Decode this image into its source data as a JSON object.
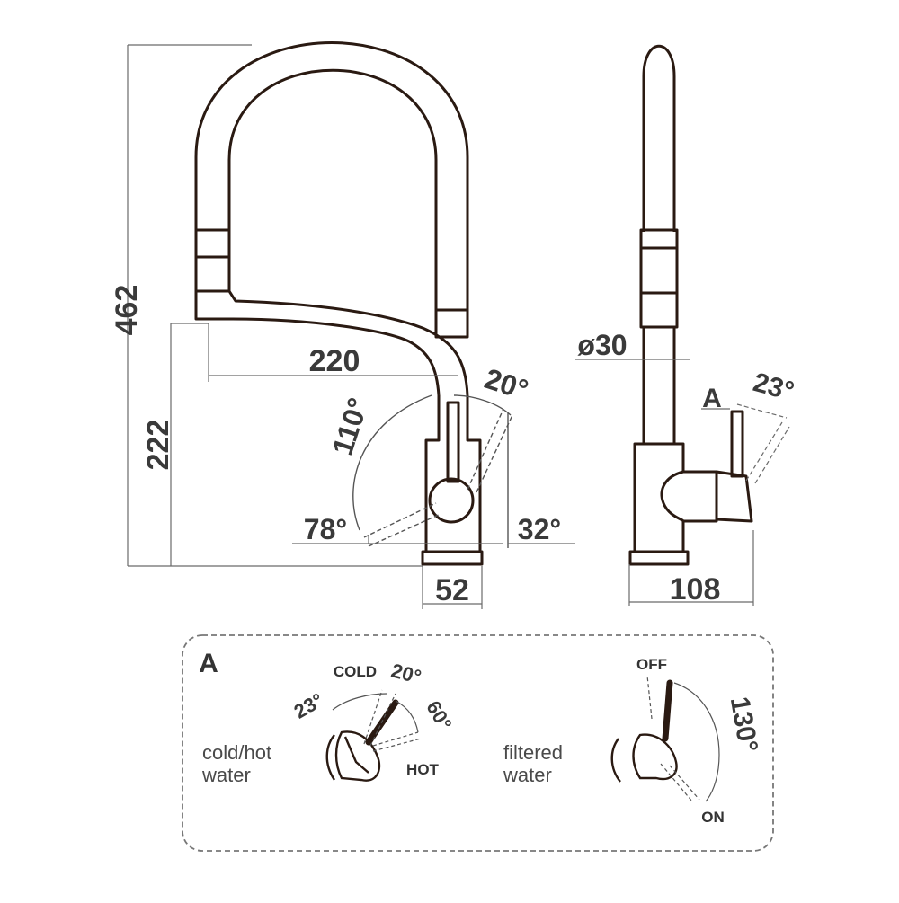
{
  "colors": {
    "ink": "#2a1a12",
    "text": "#3a3a3a",
    "dim_line": "#6a6a6a",
    "box": "#777777"
  },
  "front_view": {
    "height_total": "462",
    "spout_height": "222",
    "spout_reach": "220",
    "base_width": "52",
    "angle_110": "110°",
    "angle_20": "20°",
    "angle_78": "78°",
    "angle_32": "32°"
  },
  "side_view": {
    "diameter": "ø30",
    "depth": "108",
    "angle_23": "23°",
    "detail_ref": "A"
  },
  "detail_a": {
    "label": "A",
    "left_caption_1": "cold/hot",
    "left_caption_2": "water",
    "cold": "COLD",
    "hot": "HOT",
    "angle_23": "23°",
    "angle_20": "20°",
    "angle_60": "60°",
    "right_caption_1": "filtered",
    "right_caption_2": "water",
    "off": "OFF",
    "on": "ON",
    "angle_130": "130°"
  }
}
